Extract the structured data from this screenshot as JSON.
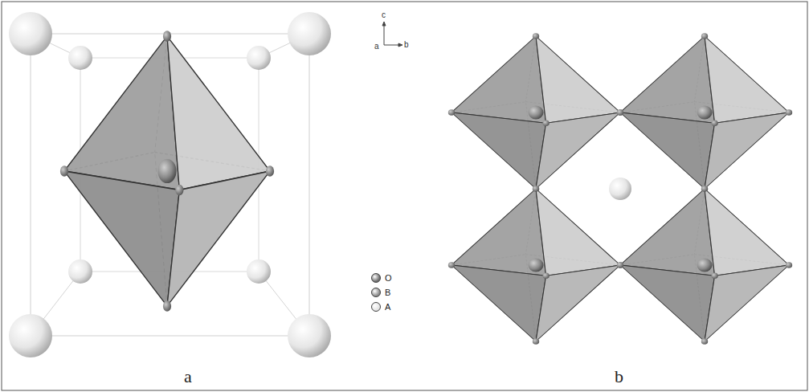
{
  "diagram": {
    "labels": [
      "c",
      "a",
      "b",
      "a",
      "b"
    ],
    "legend": [
      {
        "text": "O",
        "color": "#6e6e6e"
      },
      {
        "text": "B",
        "color": "#8c8c8c"
      },
      {
        "text": "A",
        "color": "#e4e4e4"
      }
    ]
  }
}
